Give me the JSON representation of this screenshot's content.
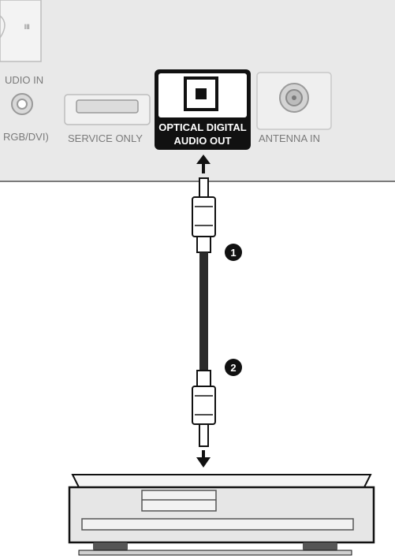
{
  "panel": {
    "audio_in_label": "UDIO IN",
    "rgb_dvi_label": "RGB/DVI)",
    "service_only_label": "SERVICE ONLY",
    "optical_line1": "OPTICAL DIGITAL",
    "optical_line2": "AUDIO OUT",
    "antenna_label": "ANTENNA IN",
    "tab_glyph": "≡"
  },
  "steps": {
    "step1": "1",
    "step2": "2"
  },
  "colors": {
    "panel_fill": "#e9e9e9",
    "panel_border": "#8c8c8c",
    "optical_highlight": "#111111",
    "cable": "#2b2b2b",
    "device_fill": "#e6e6e6"
  }
}
